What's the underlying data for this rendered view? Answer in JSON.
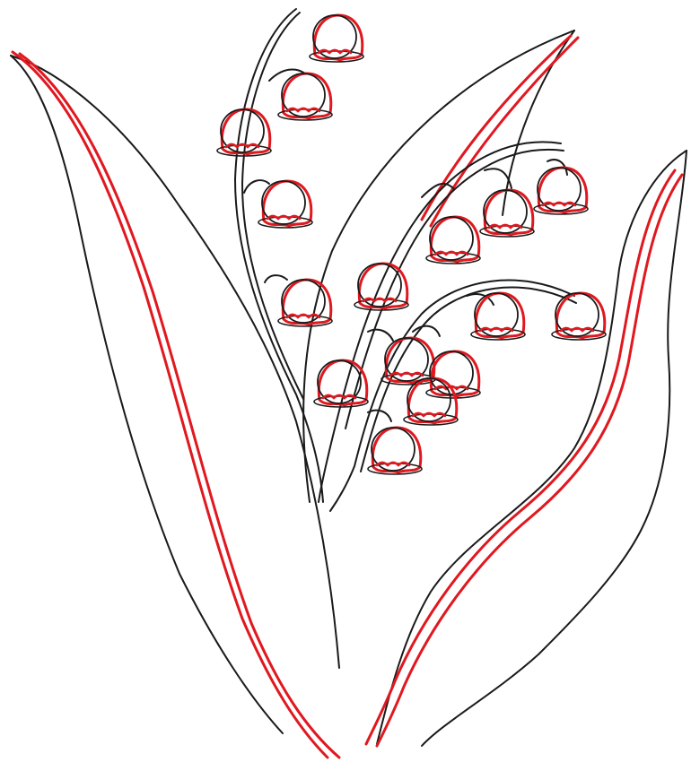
{
  "image": {
    "subject": "",
    "background_color": "#ffffff",
    "colors": {
      "outline": "#1a1a1a",
      "highlight": "#e0181f"
    },
    "elements": [
      "leaf-left",
      "leaf-center",
      "leaf-right",
      "flower-stem-upper",
      "flower-stem-middle",
      "flower-stem-lower",
      "bell-flower"
    ]
  }
}
